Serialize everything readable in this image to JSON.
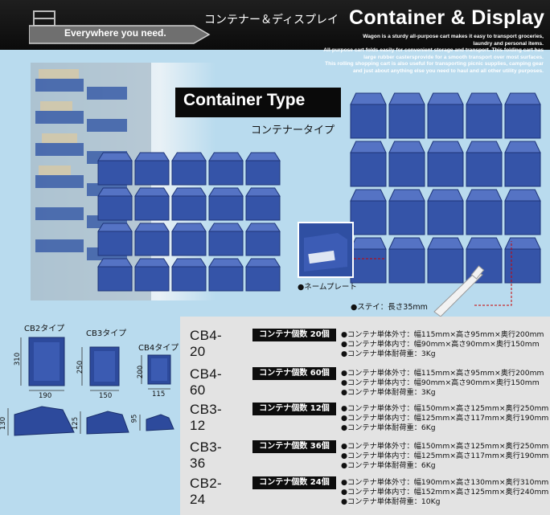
{
  "header": {
    "tagline": "Everywhere you need.",
    "jp_title": "コンテナー＆ディスプレイ",
    "en_title": "Container & Display",
    "description": [
      "Wagon is a sturdy all-purpose cart makes it easy to transport groceries,",
      "laundry and personal items.",
      "All-purpose cart folds easily for convenient storage and transport. This folding cart has",
      "large rubber castersprovide for a smooth transport over most surfaces.",
      "This rolling shopping cart is also useful for transporting picnic supplies, camping gear",
      "and just about anything else you need to haul and all other utility purposes."
    ]
  },
  "section": {
    "title": "Container Type",
    "subtitle": "コンテナータイプ"
  },
  "callouts": {
    "name_plate": "●ネームプレート",
    "stay": "●ステイ：長さ35mm"
  },
  "types": [
    {
      "label": "CB2タイプ",
      "height": "310",
      "width": "190",
      "side": "130"
    },
    {
      "label": "CB3タイプ",
      "height": "250",
      "width": "150",
      "side": "125"
    },
    {
      "label": "CB4タイプ",
      "height": "200",
      "width": "115",
      "side": "95"
    }
  ],
  "products": [
    {
      "code": "CB4-20",
      "count": "コンテナ個数 20個",
      "specs": [
        "●コンテナ単体外寸：幅115mm×高さ95mm×奥行200mm",
        "●コンテナ単体内寸：幅90mm×高さ90mm×奥行150mm",
        "●コンテナ単体耐荷重：3Kg"
      ]
    },
    {
      "code": "CB4-60",
      "count": "コンテナ個数 60個",
      "specs": [
        "●コンテナ単体外寸：幅115mm×高さ95mm×奥行200mm",
        "●コンテナ単体内寸：幅90mm×高さ90mm×奥行150mm",
        "●コンテナ単体耐荷重：3Kg"
      ]
    },
    {
      "code": "CB3-12",
      "count": "コンテナ個数 12個",
      "specs": [
        "●コンテナ単体外寸：幅150mm×高さ125mm×奥行250mm",
        "●コンテナ単体内寸：幅125mm×高さ117mm×奥行190mm",
        "●コンテナ単体耐荷重：6Kg"
      ]
    },
    {
      "code": "CB3-36",
      "count": "コンテナ個数 36個",
      "specs": [
        "●コンテナ単体外寸：幅150mm×高さ125mm×奥行250mm",
        "●コンテナ単体内寸：幅125mm×高さ117mm×奥行190mm",
        "●コンテナ単体耐荷重：6Kg"
      ]
    },
    {
      "code": "CB2-24",
      "count": "コンテナ個数 24個",
      "specs": [
        "●コンテナ単体外寸：幅190mm×高さ130mm×奥行310mm",
        "●コンテナ単体内寸：幅152mm×高さ125mm×奥行240mm",
        "●コンテナ単体耐荷重：10Kg"
      ]
    }
  ]
}
